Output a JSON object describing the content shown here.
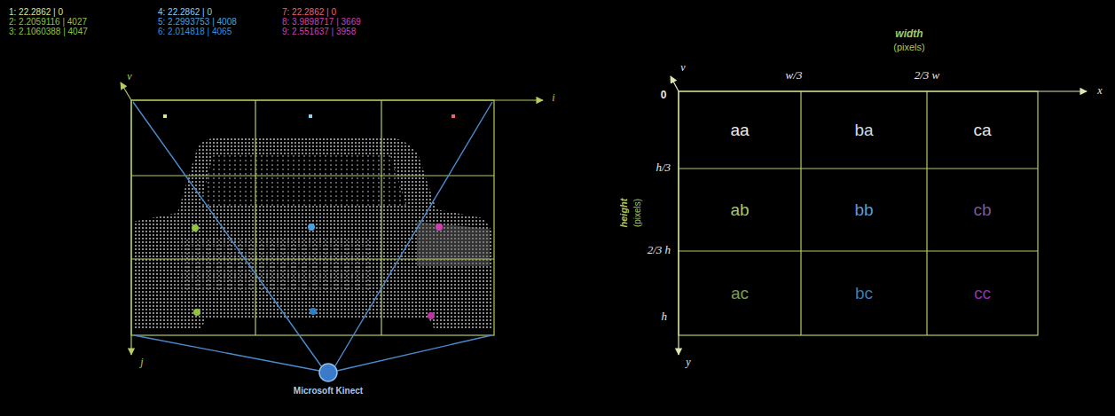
{
  "diagram": {
    "nodes": [
      {
        "text": [
          "Microsoft Kinect"
        ]
      },
      {
        "text": [
          "aa"
        ]
      },
      {
        "text": [
          "ba"
        ]
      },
      {
        "text": [
          "ca"
        ]
      },
      {
        "text": [
          "ab"
        ]
      },
      {
        "text": [
          "bb"
        ]
      },
      {
        "text": [
          "cb"
        ]
      },
      {
        "text": [
          "ac"
        ]
      },
      {
        "text": [
          "bc"
        ]
      },
      {
        "text": [
          "cc"
        ]
      }
    ],
    "labels": [
      "1: 22.2862 | 0",
      "2: 2.2059116 | 4027",
      "3: 2.1060388 | 4047",
      "4: 22.2862 | 0",
      "5: 2.2993753 | 4008",
      "6: 2.014818 | 4065",
      "7: 22.2862 | 0",
      "8: 3.9898717 | 3669",
      "9: 2.551637 | 3958",
      "v",
      "i",
      "j",
      "width",
      "(pixels)",
      "v",
      "0",
      "w/3",
      "2/3 w",
      "x",
      "height",
      "(pixels)",
      "h/3",
      "2/3 h",
      "h",
      "y"
    ]
  }
}
